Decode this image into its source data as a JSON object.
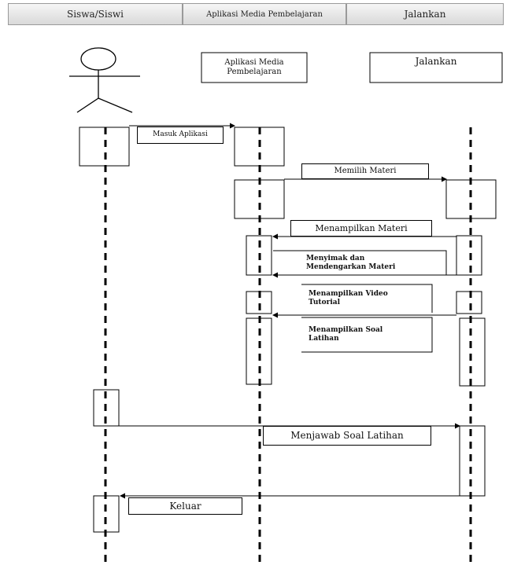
{
  "header": {
    "col1": "Siswa/Siswi",
    "col2": "Aplikasi Media Pembelajaran",
    "col3": "Jalankan"
  },
  "lifelines": {
    "actor_box": "",
    "app_box": "Aplikasi Media Pembelajaran",
    "run_box": "Jalankan"
  },
  "messages": {
    "m1": "Masuk Aplikasi",
    "m2": "Memilih Materi",
    "m3": "Menampilkan Materi",
    "m4": "Menyimak dan Mendengarkan Materi",
    "m5": "Menampilkan Video Tutorial",
    "m6": "Menampilkan Soal Latihan",
    "m7": "Menjawab Soal Latihan",
    "m8": "Keluar"
  }
}
